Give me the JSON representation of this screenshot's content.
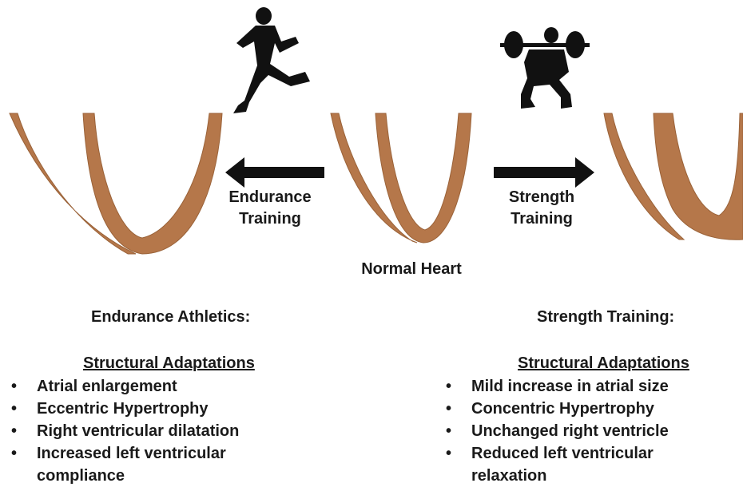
{
  "labels": {
    "endurance_arrow": [
      "Endurance",
      "Training"
    ],
    "strength_arrow": [
      "Strength",
      "Training"
    ],
    "normal_heart": "Normal Heart"
  },
  "left_panel": {
    "heading": "Endurance Athletics:",
    "subheading": "Structural Adaptations",
    "items": [
      "Atrial enlargement",
      "Eccentric Hypertrophy",
      "Right ventricular dilatation",
      "Increased left ventricular compliance"
    ]
  },
  "right_panel": {
    "heading": "Strength Training:",
    "subheading": "Structural Adaptations",
    "items": [
      "Mild increase in atrial size",
      "Concentric Hypertrophy",
      "Unchanged right ventricle",
      "Reduced left ventricular relaxation"
    ]
  },
  "icons": [
    "runner-icon",
    "weightlifter-icon"
  ],
  "colors": {
    "heart_wall": "#b5774a",
    "text": "#1a1a1a",
    "arrow": "#111111"
  }
}
